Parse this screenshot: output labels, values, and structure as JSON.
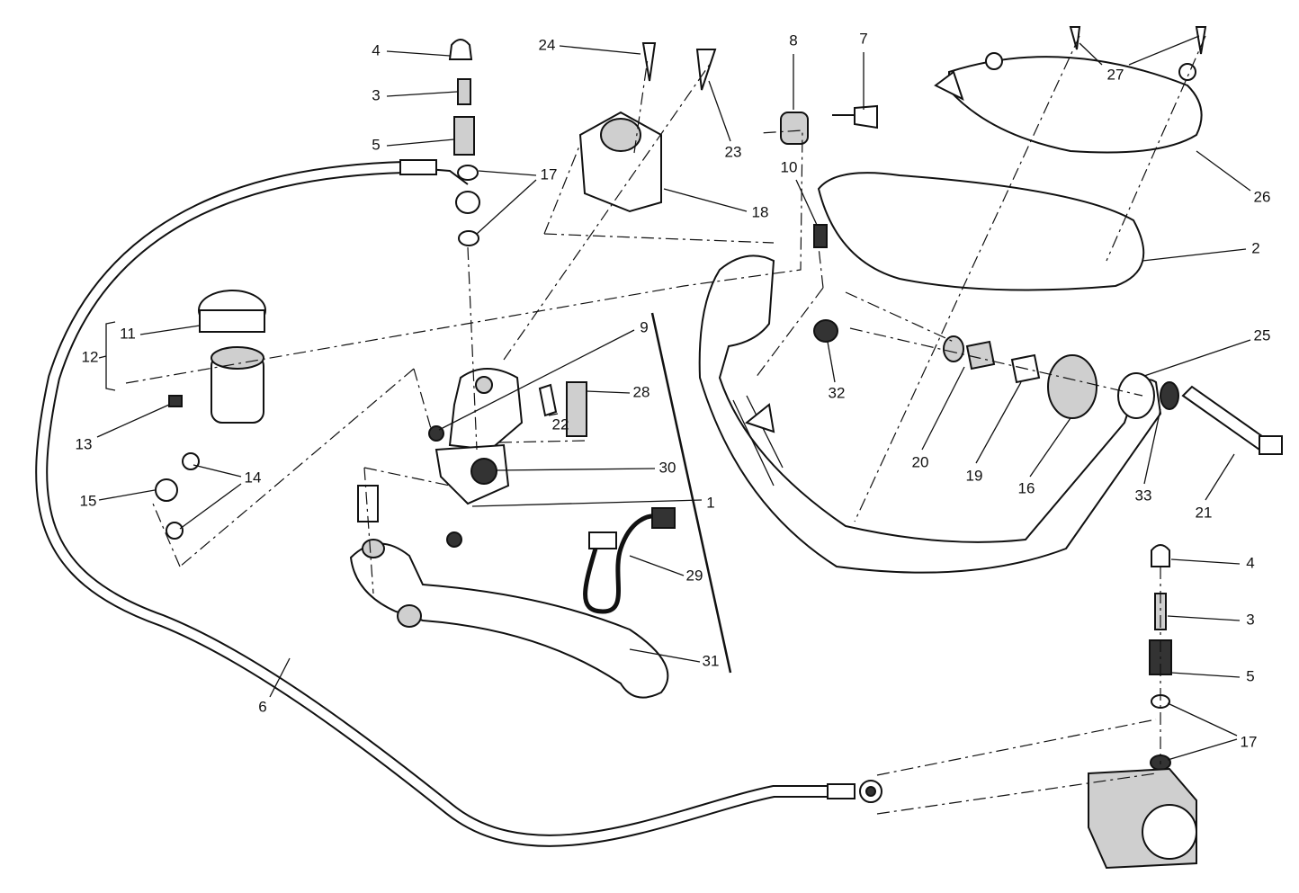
{
  "labels": [
    "4",
    "3",
    "5",
    "17",
    "24",
    "23",
    "18",
    "8",
    "7",
    "10",
    "27",
    "26",
    "2",
    "25",
    "32",
    "20",
    "19",
    "16",
    "33",
    "21",
    "11",
    "12",
    "13",
    "14",
    "15",
    "9",
    "22",
    "28",
    "30",
    "1",
    "29",
    "31",
    "6",
    "4",
    "3",
    "5",
    "17"
  ],
  "colors": {
    "line": "#111111",
    "background": "#ffffff",
    "shading": "#cfcfcf"
  }
}
